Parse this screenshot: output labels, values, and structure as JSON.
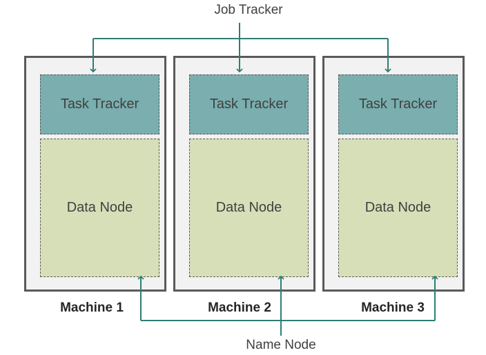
{
  "top_label": "Job Tracker",
  "bottom_label": "Name Node",
  "machines": [
    {
      "name": "Machine 1",
      "task": "Task Tracker",
      "data": "Data Node"
    },
    {
      "name": "Machine 2",
      "task": "Task Tracker",
      "data": "Data Node"
    },
    {
      "name": "Machine 3",
      "task": "Task Tracker",
      "data": "Data Node"
    }
  ],
  "colors": {
    "task_tracker_fill": "#7aaeaf",
    "data_node_fill": "#d7dfb8",
    "machine_fill": "#f2f2f2",
    "border": "#595959",
    "connector": "#2e7d73"
  }
}
